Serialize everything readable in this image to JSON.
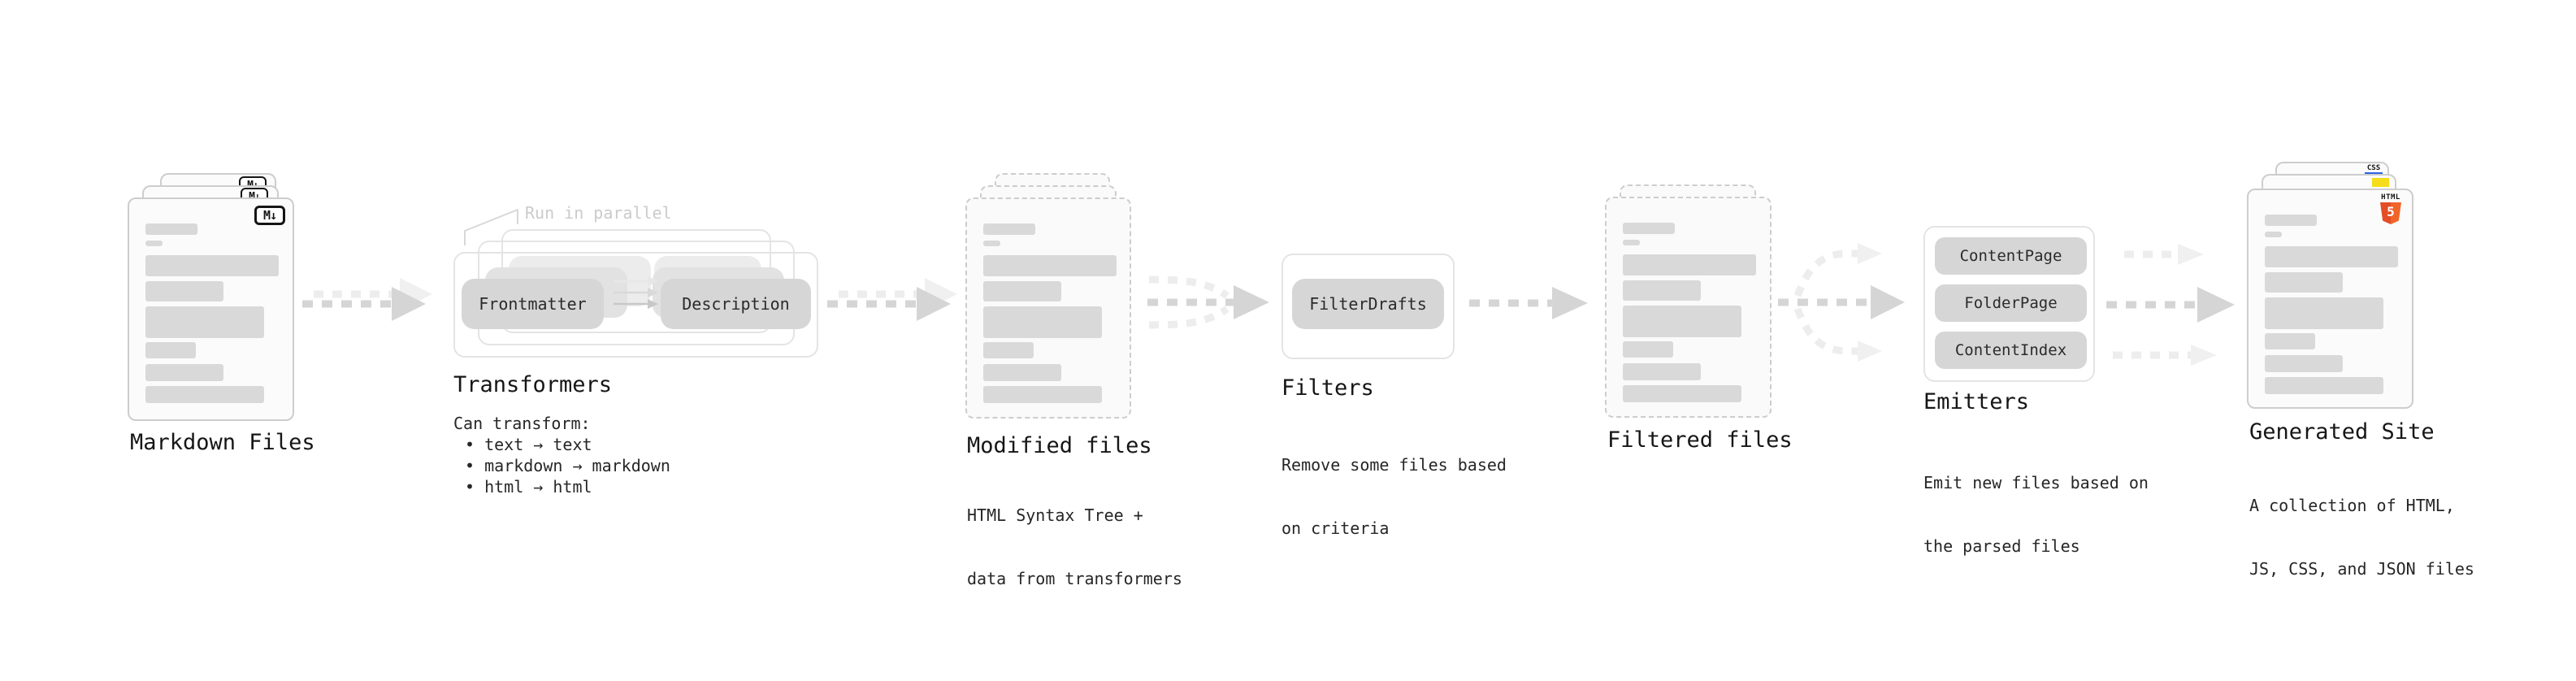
{
  "markdown_files": {
    "label": "Markdown Files",
    "badge": "M↓"
  },
  "transformers": {
    "annotation": "Run in parallel",
    "pill_left": "Frontmatter",
    "pill_right": "Description",
    "title": "Transformers",
    "subtitle": "Can transform:",
    "bullets": [
      "text → text",
      "markdown → markdown",
      "html → html"
    ]
  },
  "modified_files": {
    "label": "Modified files",
    "description": [
      "HTML Syntax Tree +",
      "data from transformers"
    ]
  },
  "filters": {
    "title": "Filters",
    "pill": "FilterDrafts",
    "description": [
      "Remove some files based",
      "on criteria"
    ]
  },
  "filtered_files": {
    "label": "Filtered files"
  },
  "emitters": {
    "title": "Emitters",
    "pills": [
      "ContentPage",
      "FolderPage",
      "ContentIndex"
    ],
    "description": [
      "Emit new files based on",
      "the parsed files"
    ]
  },
  "generated_site": {
    "label": "Generated Site",
    "description": [
      "A collection of HTML,",
      "JS, CSS, and JSON files"
    ],
    "badges": {
      "html_label": "HTML",
      "html_number": "5",
      "css_label": "CSS"
    }
  },
  "colors": {
    "html5_orange": "#e44d26",
    "js_yellow": "#f5de19",
    "css_blue": "#2d63e8",
    "pill_gray": "#d6d6d6",
    "dash_gray": "#d5d5d5",
    "card_border": "#cdcdcd",
    "annotation_gray": "#cbcbcb"
  }
}
